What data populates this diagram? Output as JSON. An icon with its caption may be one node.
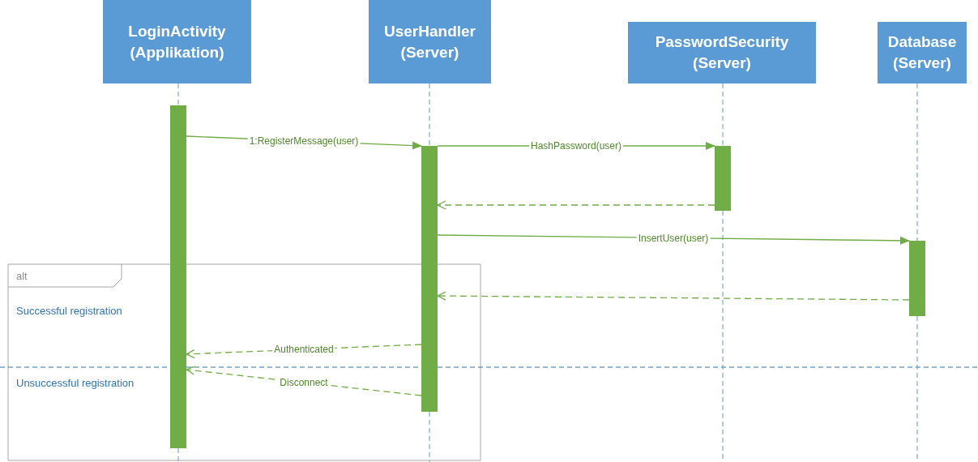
{
  "diagram": {
    "nodes": [
      {
        "text": [
          "LoginActivity (Applikation)"
        ]
      },
      {
        "text": [
          "UserHandler (Server)"
        ]
      },
      {
        "text": [
          "PasswordSecurity (Server)"
        ]
      },
      {
        "text": [
          "Database (Server)"
        ]
      },
      {
        "text": [],
        "shape": "bar"
      },
      {
        "text": [],
        "shape": "bar"
      },
      {
        "text": [],
        "shape": "bar"
      },
      {
        "text": [],
        "shape": "bar"
      }
    ],
    "edges": [
      {
        "from": 4,
        "to": 5,
        "arrow": "to",
        "label": "1:RegisterMessage(user)"
      },
      {
        "from": 5,
        "to": 6,
        "arrow": "to",
        "label": "HashPassword(user)"
      },
      {
        "from": 6,
        "to": 5,
        "arrow": "to",
        "style": "dashed"
      },
      {
        "from": 5,
        "to": 7,
        "arrow": "to",
        "label": "InsertUser(user)"
      },
      {
        "from": 7,
        "to": 5,
        "arrow": "to",
        "style": "dashed"
      },
      {
        "from": 5,
        "to": 4,
        "arrow": "to",
        "label": "Authenticated",
        "style": "dashed"
      },
      {
        "from": 5,
        "to": 4,
        "arrow": "to",
        "label": "Disconnect",
        "style": "dashed"
      },
      {
        "from": 0,
        "to": 4,
        "arrow": "none",
        "style": "dashed",
        "color": "#5b9bd5"
      },
      {
        "from": 1,
        "to": 5,
        "arrow": "none",
        "style": "dashed",
        "color": "#5b9bd5"
      },
      {
        "from": 2,
        "to": 6,
        "arrow": "none",
        "style": "dashed",
        "color": "#5b9bd5"
      },
      {
        "from": 3,
        "to": 7,
        "arrow": "none",
        "style": "dashed",
        "color": "#5b9bd5"
      }
    ],
    "labels": [
      "alt",
      "Successful registration",
      "Unsuccessful registration"
    ]
  }
}
